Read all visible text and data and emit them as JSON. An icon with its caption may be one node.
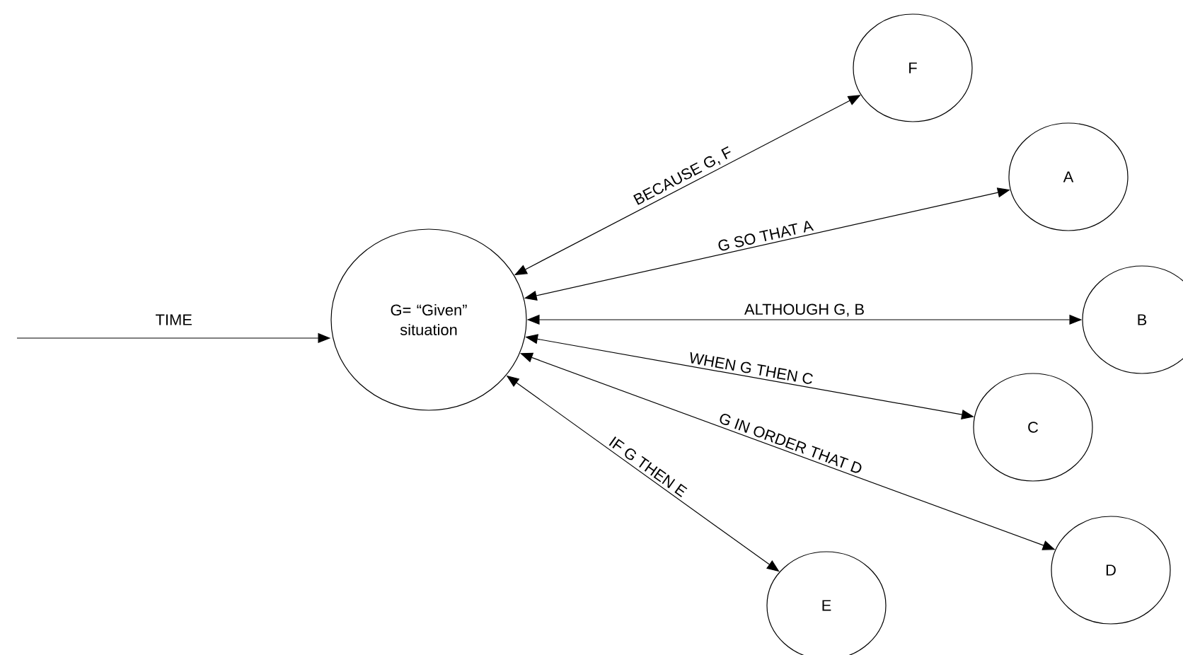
{
  "diagram": {
    "nodes": [
      {
        "text": [
          "G= “Given” situation"
        ]
      },
      {
        "text": [
          "F"
        ]
      },
      {
        "text": [
          "A"
        ]
      },
      {
        "text": [
          "B"
        ]
      },
      {
        "text": [
          "C"
        ]
      },
      {
        "text": [
          "D"
        ]
      },
      {
        "text": [
          "E"
        ]
      }
    ],
    "edges": [
      {
        "from": null,
        "to": 0,
        "arrow": "to",
        "label": "TIME"
      },
      {
        "from": 0,
        "to": 1,
        "arrow": "both",
        "label": "BECAUSE G, F"
      },
      {
        "from": 0,
        "to": 2,
        "arrow": "both",
        "label": "G SO THAT A"
      },
      {
        "from": 0,
        "to": 3,
        "arrow": "both",
        "label": "ALTHOUGH G, B"
      },
      {
        "from": 0,
        "to": 4,
        "arrow": "both",
        "label": "WHEN G THEN C"
      },
      {
        "from": 0,
        "to": 5,
        "arrow": "both",
        "label": "G IN ORDER THAT D"
      },
      {
        "from": 0,
        "to": 6,
        "arrow": "both",
        "label": "IF G THEN E"
      }
    ]
  }
}
